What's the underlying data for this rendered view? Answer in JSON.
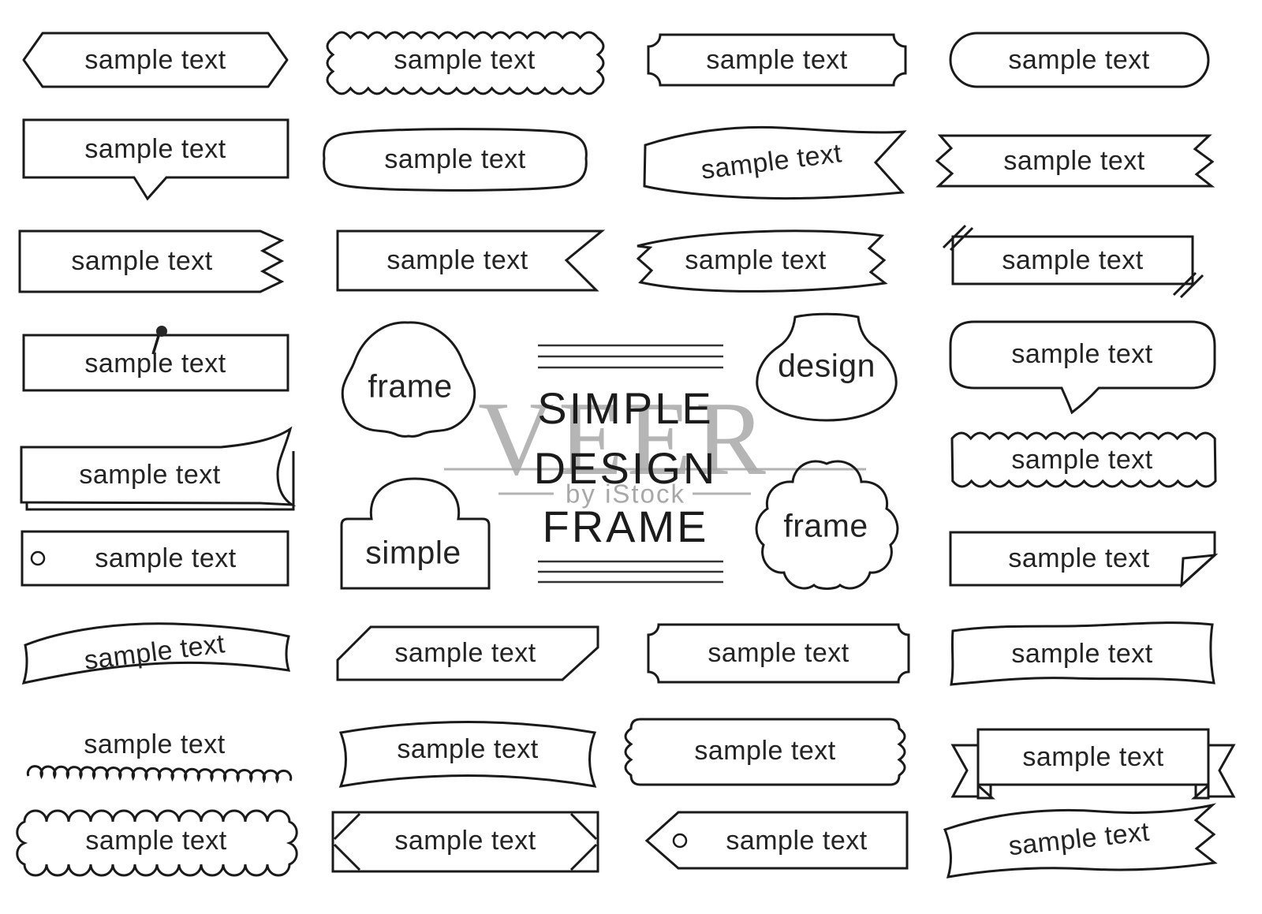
{
  "colors": {
    "stroke": "#1a1a1a",
    "text": "#232323",
    "watermark_gray": "#a9a9a9"
  },
  "watermark": {
    "veer": "VEER",
    "byline": "by iStock"
  },
  "title": {
    "line1": "SIMPLE",
    "line2": "DESIGN",
    "line3": "FRAME"
  },
  "frames": [
    {
      "shape": "hexagon-plaque",
      "label": "sample text"
    },
    {
      "shape": "stamp-wavy",
      "label": "sample text"
    },
    {
      "shape": "ticket-notched",
      "label": "sample text"
    },
    {
      "shape": "pill",
      "label": "sample text"
    },
    {
      "shape": "speech-rect",
      "label": "sample text"
    },
    {
      "shape": "hand-drawn-round",
      "label": "sample text"
    },
    {
      "shape": "wavy-flag-notched",
      "label": "sample text"
    },
    {
      "shape": "torn-tape",
      "label": "sample text"
    },
    {
      "shape": "zigzag-right-rect",
      "label": "sample text"
    },
    {
      "shape": "pennant",
      "label": "sample text"
    },
    {
      "shape": "arched-zigzag-band",
      "label": "sample text"
    },
    {
      "shape": "slash-corner-rect",
      "label": "sample text"
    },
    {
      "shape": "pinned-rect",
      "label": "sample text"
    },
    {
      "shape": "trefoil-blob",
      "label": "frame"
    },
    {
      "shape": "design-label",
      "label": "design"
    },
    {
      "shape": "speech-bubble",
      "label": "sample text"
    },
    {
      "shape": "page-curl",
      "label": "sample text"
    },
    {
      "shape": "wavy-top-bottom",
      "label": "sample text"
    },
    {
      "shape": "tag-with-hole",
      "label": "sample text"
    },
    {
      "shape": "arch-top-box",
      "label": "simple"
    },
    {
      "shape": "flower-blob",
      "label": "frame"
    },
    {
      "shape": "folded-corner",
      "label": "sample text"
    },
    {
      "shape": "wavy-flag",
      "label": "sample text"
    },
    {
      "shape": "chamfer-diagonal",
      "label": "sample text"
    },
    {
      "shape": "ticket-notched-small",
      "label": "sample text"
    },
    {
      "shape": "soft-wavy-rect",
      "label": "sample text"
    },
    {
      "shape": "loop-underline",
      "label": "sample text"
    },
    {
      "shape": "arched-banner",
      "label": "sample text"
    },
    {
      "shape": "bumpy-sides-rect",
      "label": "sample text"
    },
    {
      "shape": "ribbon-banner",
      "label": "sample text"
    },
    {
      "shape": "scalloped-rect",
      "label": "sample text"
    },
    {
      "shape": "photo-corner-rect",
      "label": "sample text"
    },
    {
      "shape": "price-tag",
      "label": "sample text"
    },
    {
      "shape": "wavy-ribbon",
      "label": "sample text"
    }
  ]
}
